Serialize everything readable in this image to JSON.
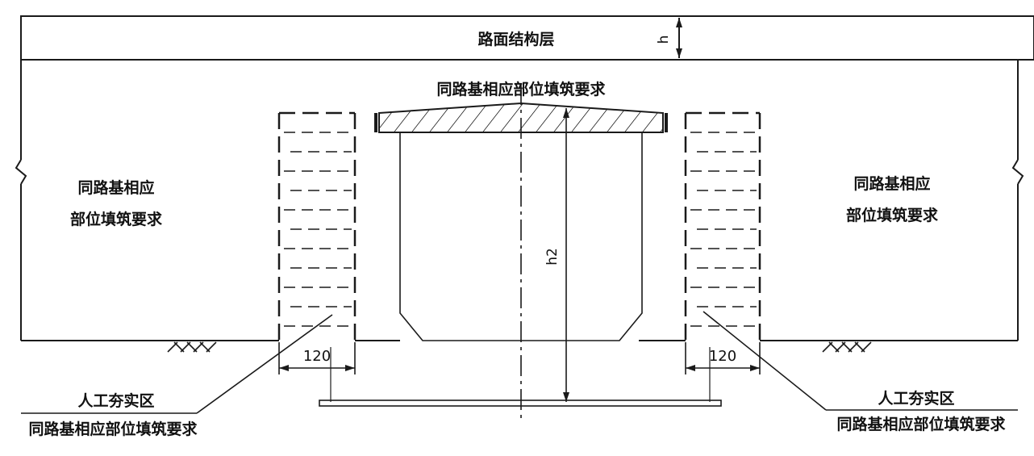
{
  "labels": {
    "pavement_layer": "路面结构层",
    "dim_h": "h",
    "top_fill": "同路基相应部位填筑要求",
    "left_fill_line1": "同路基相应",
    "left_fill_line2": "部位填筑要求",
    "right_fill_line1": "同路基相应",
    "right_fill_line2": "部位填筑要求",
    "dim_h2": "h2",
    "dim_left_120": "120",
    "dim_right_120": "120",
    "left_callout_line1": "人工夯实区",
    "left_callout_line2": "同路基相应部位填筑要求",
    "right_callout_line1": "人工夯实区",
    "right_callout_line2": "同路基相应部位填筑要求"
  },
  "colors": {
    "line": "#1a1a1a",
    "background": "#ffffff"
  }
}
